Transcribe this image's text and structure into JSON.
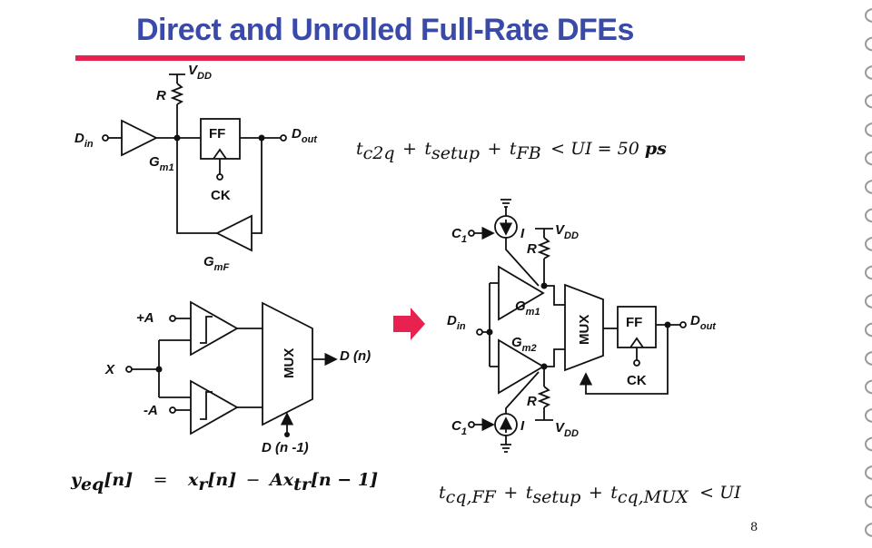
{
  "slide": {
    "title": "Direct and Unrolled Full-Rate DFEs",
    "page_number": "8"
  },
  "colors": {
    "title": "#3a4aa8",
    "rule": "#e8224e",
    "arrow": "#e8224e"
  },
  "direct_dfe": {
    "vdd": "V",
    "vdd_sub": "DD",
    "resistor": "R",
    "input": "D",
    "input_sub": "in",
    "gm1": "G",
    "gm1_sub": "m1",
    "ff": "FF",
    "ck": "CK",
    "output": "D",
    "output_sub": "out",
    "gmf": "G",
    "gmf_sub": "mF"
  },
  "timing_direct": {
    "t1": "t",
    "t1_sub": "c2q",
    "plus1": "+",
    "t2": "t",
    "t2_sub": "setup",
    "plus2": "+",
    "t3": "t",
    "t3_sub": "FB",
    "rel": "< UI = 50 ",
    "unit": "ps"
  },
  "mux_dfe": {
    "plus_a": "+A",
    "x": "X",
    "minus_a": "-A",
    "mux": "MUX",
    "output": "D (n)",
    "select": "D (n -1)"
  },
  "eq_mux": {
    "y": "y",
    "y_sub": "eq",
    "y_idx": "[n]",
    "eq": "=",
    "x": "x",
    "x_sub": "r",
    "x_idx": "[n]",
    "minus": "−",
    "ax": "Ax",
    "ax_sub": "tr",
    "ax_idx": "[n − 1]"
  },
  "unrolled_dfe": {
    "c1_top": "C",
    "c1_top_sub": "1",
    "i_top": "I",
    "vdd_top": "V",
    "vdd_top_sub": "DD",
    "r_top": "R",
    "gm1": "G",
    "gm1_sub": "m1",
    "input": "D",
    "input_sub": "in",
    "gm2": "G",
    "gm2_sub": "m2",
    "mux": "MUX",
    "ff": "FF",
    "ck": "CK",
    "output": "D",
    "output_sub": "out",
    "r_bottom": "R",
    "c1_bottom": "C",
    "c1_bottom_sub": "1",
    "i_bottom": "I",
    "vdd_bottom": "V",
    "vdd_bottom_sub": "DD"
  },
  "timing_unrolled": {
    "t1": "t",
    "t1_sub": "cq,FF",
    "plus1": "+",
    "t2": "t",
    "t2_sub": "setup",
    "plus2": "+",
    "t3": "t",
    "t3_sub": "cq,MUX",
    "rel": "< UI"
  }
}
